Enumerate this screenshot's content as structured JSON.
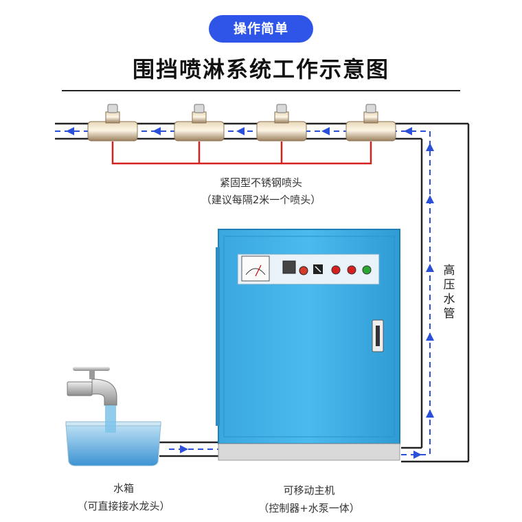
{
  "badge": "操作简单",
  "title": "围挡喷淋系统工作示意图",
  "nozzle_label": {
    "line1": "紧固型不锈钢喷头",
    "line2": "（建议每隔2米一个喷头）"
  },
  "pipe_label": [
    "高",
    "压",
    "水",
    "管"
  ],
  "tank_label": {
    "line1": "水箱",
    "line2": "（可直接接水龙头）"
  },
  "host_label": {
    "line1": "可移动主机",
    "line2": "（控制器+水泵一体）"
  },
  "colors": {
    "badge": "#2f55e8",
    "cabinet": "#3fb0e6",
    "pipe_flow": "#2a4fd8",
    "connector": "#d62020",
    "water": "#5aaee0"
  },
  "icons": [
    "faucet-icon",
    "nozzle-icon",
    "meter-icon",
    "flow-arrow-icon"
  ]
}
